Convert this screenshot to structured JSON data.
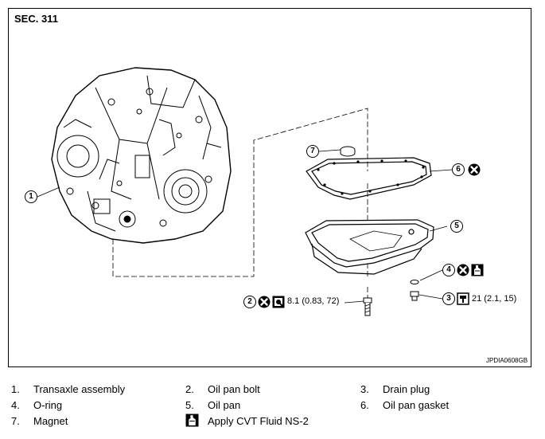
{
  "section_title": "SEC. 311",
  "figure_code": "JPDIA0608GB",
  "callouts": {
    "c1": "1",
    "c2": "2",
    "c3": "3",
    "c4": "4",
    "c5": "5",
    "c6": "6",
    "c7": "7"
  },
  "torque": {
    "oil_pan_bolt": "8.1 (0.83, 72)",
    "drain_plug": "21 (2.1, 15)"
  },
  "legend": [
    {
      "num": "1.",
      "label": "Transaxle assembly"
    },
    {
      "num": "2.",
      "label": "Oil pan bolt"
    },
    {
      "num": "3.",
      "label": "Drain plug"
    },
    {
      "num": "4.",
      "label": "O-ring"
    },
    {
      "num": "5.",
      "label": "Oil pan"
    },
    {
      "num": "6.",
      "label": "Oil pan gasket"
    },
    {
      "num": "7.",
      "label": "Magnet"
    },
    {
      "num": "",
      "label": "Apply CVT Fluid NS-2"
    }
  ],
  "icons": [
    "do-not-reuse-icon",
    "torque-wrench-icon",
    "fluid-bottle-icon"
  ]
}
